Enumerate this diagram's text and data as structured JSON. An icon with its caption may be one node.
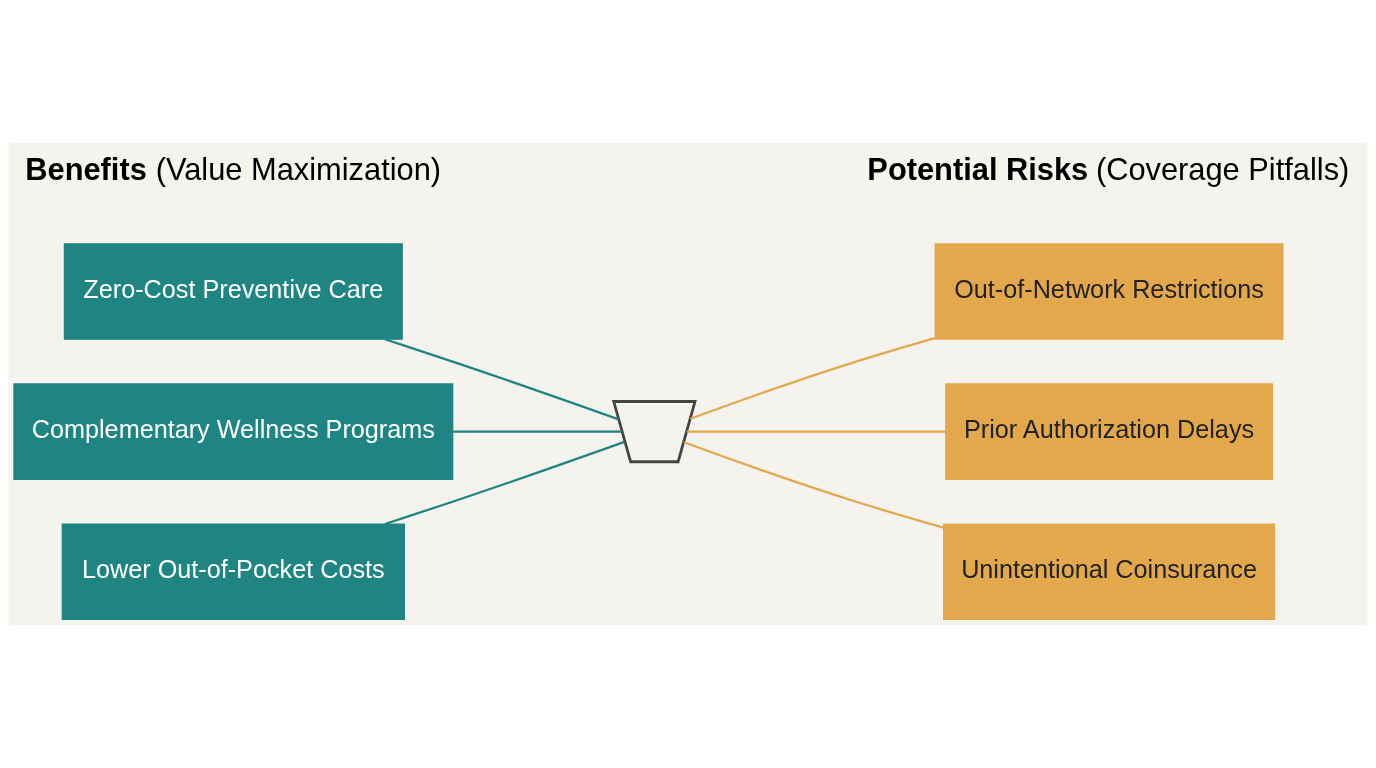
{
  "diagram": {
    "nodes": [
      {
        "text": [
          "Zero-Cost Preventive Care"
        ]
      },
      {
        "text": [
          "Complementary Wellness Programs"
        ]
      },
      {
        "text": [
          "Lower Out-of-Pocket Costs"
        ]
      },
      {
        "text": [],
        "shape": "scale"
      },
      {
        "text": [
          "Out-of-Network Restrictions"
        ]
      },
      {
        "text": [
          "Prior Authorization Delays"
        ]
      },
      {
        "text": [
          "Unintentional Coinsurance"
        ]
      }
    ],
    "edges": [
      {
        "from": 0,
        "to": 3,
        "arrow": "none",
        "color": "#1e8582"
      },
      {
        "from": 1,
        "to": 3,
        "arrow": "none",
        "color": "#1e8582"
      },
      {
        "from": 2,
        "to": 3,
        "arrow": "none",
        "color": "#1e8582"
      },
      {
        "from": 3,
        "to": 4,
        "arrow": "none",
        "color": "#e3a84c"
      },
      {
        "from": 3,
        "to": 5,
        "arrow": "none",
        "color": "#e3a84c"
      },
      {
        "from": 3,
        "to": 6,
        "arrow": "none",
        "color": "#e3a84c"
      }
    ],
    "labels": [
      "**Benefits** (Value Maximization)",
      "**Potential Risks** (Coverage Pitfalls)"
    ]
  }
}
